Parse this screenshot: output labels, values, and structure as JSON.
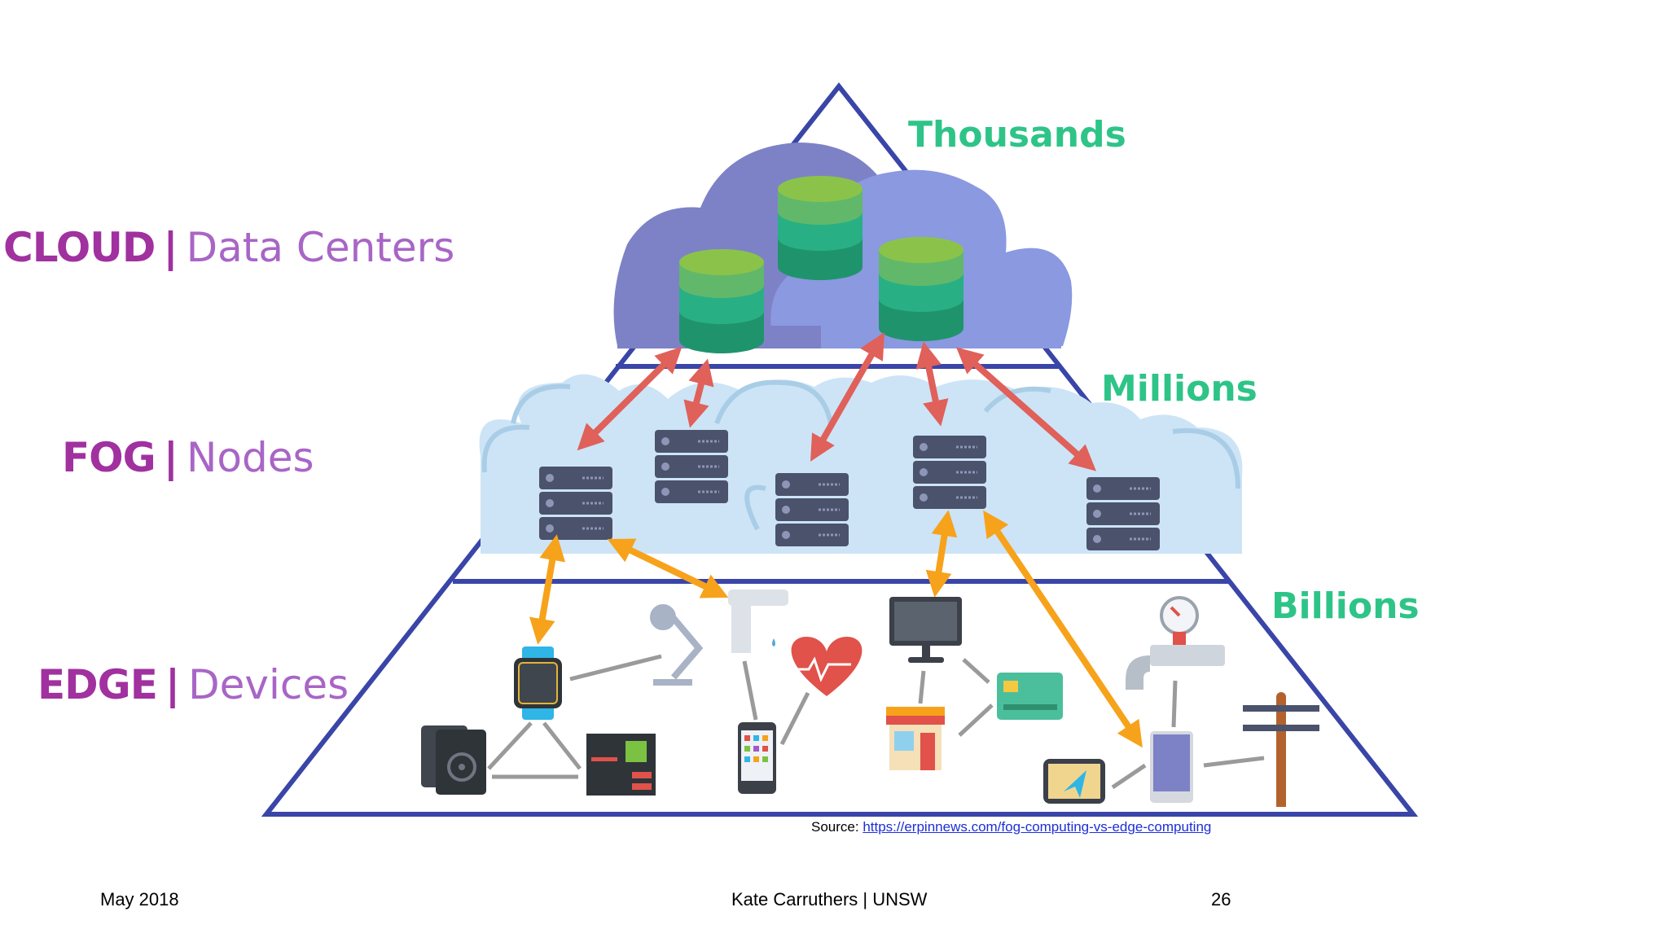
{
  "tiers": [
    {
      "strong": "CLOUD",
      "sep": "|",
      "light": "Data Centers",
      "count": "Thousands"
    },
    {
      "strong": "FOG",
      "sep": "|",
      "light": "Nodes",
      "count": "Millions"
    },
    {
      "strong": "EDGE",
      "sep": "|",
      "light": "Devices",
      "count": "Billions"
    }
  ],
  "source": {
    "prefix": "Source:",
    "link": "https://erpinnews.com/fog-computing-vs-edge-computing"
  },
  "footer": {
    "date": "May 2018",
    "author": "Kate Carruthers | UNSW",
    "page": "26"
  },
  "colors": {
    "pyramid": "#3a45a8",
    "cloud_dark": "#7d82c6",
    "cloud_light": "#8a99e0",
    "fog_cloud": "#cce4f6",
    "fog_outline": "#a9cde6",
    "db_top": "#8bc34a",
    "db_mid": "#28b084",
    "db_bottom": "#1f946c",
    "server": "#4b526b",
    "arrow_red": "#e0605a",
    "arrow_orange": "#f7a21b",
    "label_purple": "#a0319f",
    "count_green": "#2ec488"
  },
  "icons": [
    "database-icon",
    "server-icon",
    "smartwatch-icon",
    "desk-lamp-icon",
    "faucet-icon",
    "heart-rate-icon",
    "monitor-icon",
    "credit-card-icon",
    "storefront-icon",
    "smartphone-icon",
    "tablet-icon",
    "gps-tablet-icon",
    "water-meter-icon",
    "power-pole-icon",
    "hard-drive-icon",
    "circuit-board-icon"
  ]
}
